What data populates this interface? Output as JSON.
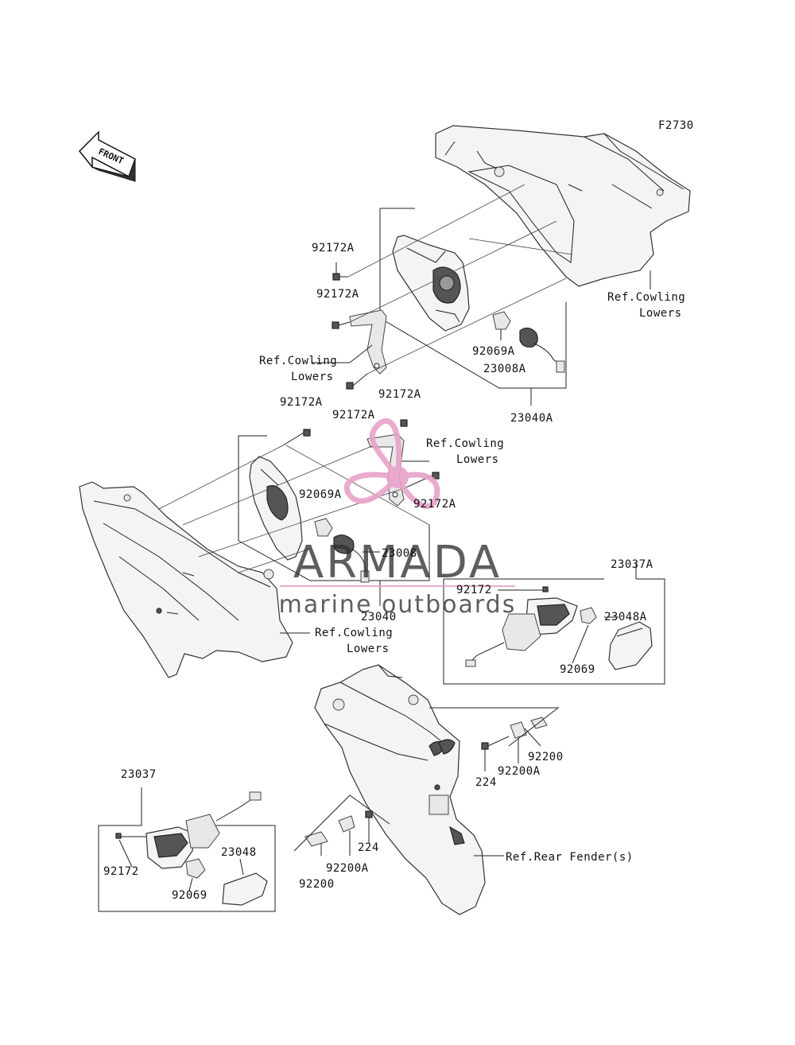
{
  "figure_code": "F2730",
  "front_label": "FRONT",
  "watermark": {
    "brand": "ARMADA",
    "tagline": "marine outboards",
    "accent_color": "#e9a3c9",
    "text_color": "#2d2d2d"
  },
  "labels": {
    "p92172A_1": "92172A",
    "p92172A_2": "92172A",
    "p92172A_3": "92172A",
    "p92172A_4": "92172A",
    "p92172A_5": "92172A",
    "p92172A_6": "92172A",
    "ref_cowling_1a": "Ref.Cowling",
    "ref_cowling_1b": "Lowers",
    "ref_cowling_2a": "Ref.Cowling",
    "ref_cowling_2b": "Lowers",
    "ref_cowling_3a": "Ref.Cowling",
    "ref_cowling_3b": "Lowers",
    "ref_cowling_4a": "Ref.Cowling",
    "ref_cowling_4b": "Lowers",
    "p92069A_1": "92069A",
    "p92069A_2": "92069A",
    "p23008A": "23008A",
    "p23040A": "23040A",
    "p23008": "23008",
    "p23040": "23040",
    "p23037A": "23037A",
    "p92172_1": "92172",
    "p23048A": "23048A",
    "p92069_1": "92069",
    "p92200_1": "92200",
    "p224_1": "224",
    "p92200A_1": "92200A",
    "p23037": "23037",
    "p224_2": "224",
    "p92200A_2": "92200A",
    "p92200_2": "92200",
    "p92172_2": "92172",
    "p23048": "23048",
    "p92069_2": "92069",
    "ref_rear_fender": "Ref.Rear Fender(s)"
  }
}
